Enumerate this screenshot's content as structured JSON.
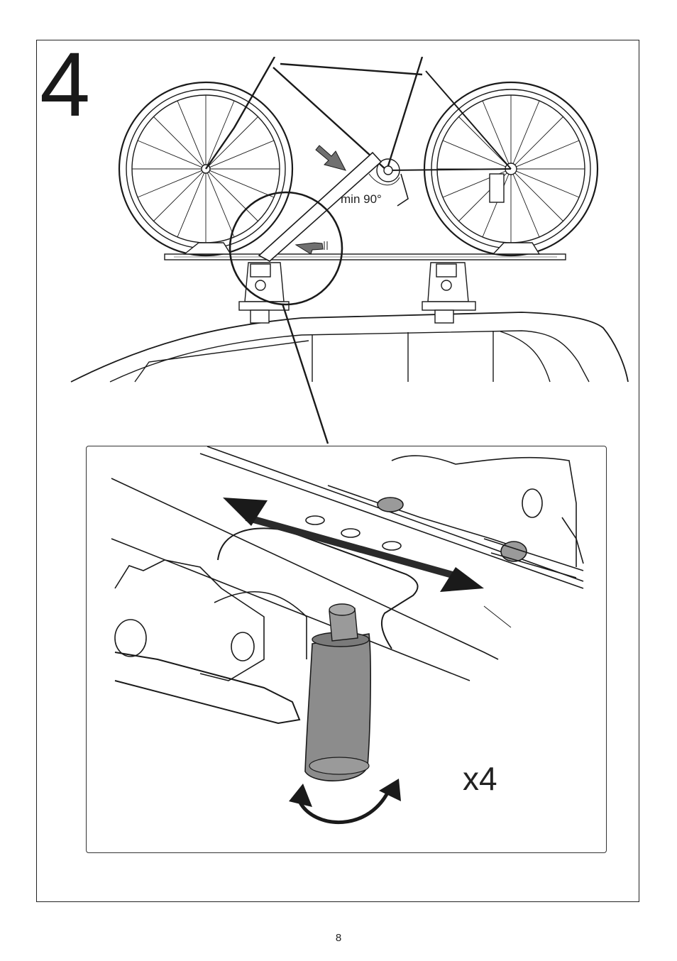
{
  "step": {
    "number": "4"
  },
  "top_illustration": {
    "angle_label": "min 90°"
  },
  "detail": {
    "quantity_label": "x4"
  },
  "footer": {
    "page_number": "8"
  },
  "icons": [
    "bicycle-icon",
    "car-roof-icon",
    "roof-rack-bar-icon",
    "slide-arrow-icon",
    "rotate-arrow-icon",
    "t-bolt-handle-icon"
  ],
  "colors": {
    "line": "#1a1a1a",
    "arrow_fill": "#707070",
    "handle_fill": "#8c8c8c"
  }
}
